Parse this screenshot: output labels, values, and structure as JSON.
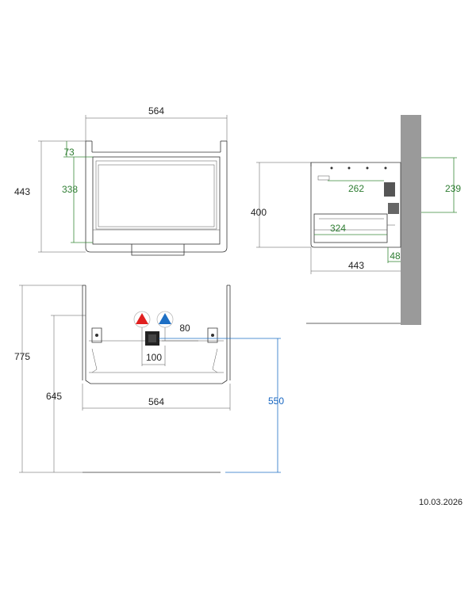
{
  "front_view": {
    "width": "564",
    "height": "443",
    "top_offset": "73",
    "drawer_height": "338"
  },
  "side_view": {
    "height": "400",
    "depth_inner": "262",
    "drawer_depth": "324",
    "depth": "443",
    "mount_height": "239",
    "mount_offset": "48"
  },
  "install_view": {
    "total_height": "775",
    "bottom_height": "645",
    "width": "564",
    "drain_offset": "80",
    "drain_spacing": "100",
    "pipe_height": "550"
  },
  "icons": {
    "hot_water": "hot-water-triangle",
    "cold_water": "cold-water-triangle",
    "drain": "drain-square"
  },
  "colors": {
    "hot": "#e02020",
    "cold": "#1e6fc4",
    "green_dim": "#2e7d32",
    "blue_dim": "#1565c0",
    "wall": "#9a9a9a"
  },
  "date": "10.03.2026"
}
